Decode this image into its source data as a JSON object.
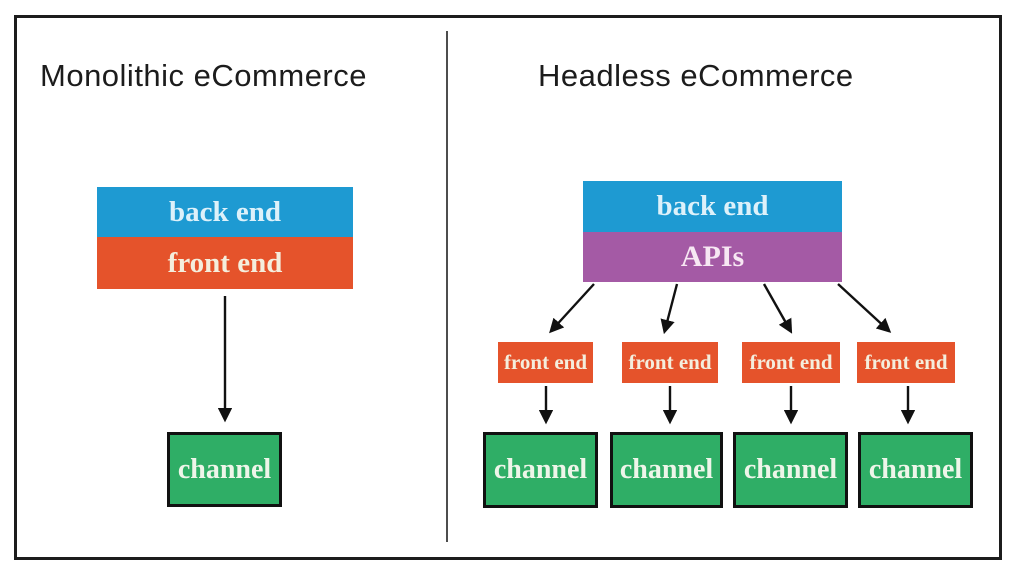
{
  "left": {
    "title": "Monolithic eCommerce",
    "backend": "back end",
    "frontend": "front end",
    "channel": "channel"
  },
  "right": {
    "title": "Headless eCommerce",
    "backend": "back end",
    "apis": "APIs",
    "frontends": [
      "front end",
      "front end",
      "front end",
      "front end"
    ],
    "channels": [
      "channel",
      "channel",
      "channel",
      "channel"
    ]
  },
  "colors": {
    "backend": "#1e9ad2",
    "frontend": "#e5532b",
    "apis": "#a45aa5",
    "channel": "#2fae66",
    "backend-text": "#ddf1fa",
    "apis-text": "#f7e7f3",
    "box-text": "#f4eedd",
    "channel-text": "#eef5e9",
    "ink": "#1c1c1c",
    "arrow": "#111111",
    "divider": "#4d4d4d"
  }
}
